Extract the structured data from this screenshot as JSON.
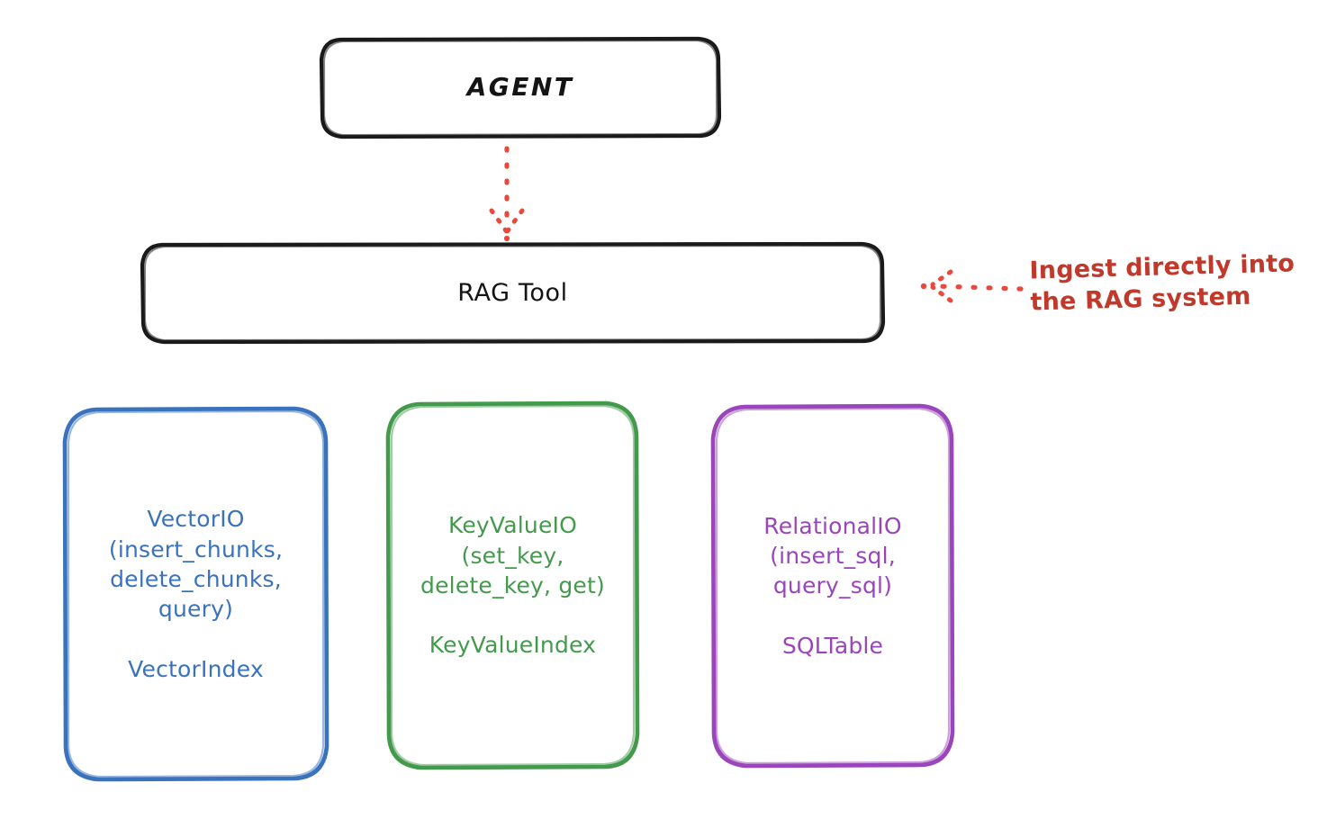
{
  "diagram": {
    "title": "RAG Tool storage abstraction diagram",
    "colors": {
      "ink": "#141414",
      "vector_blue": "#3a72bd",
      "keyvalue_green": "#449a4c",
      "relational_purple": "#9a45bb",
      "annotation_red": "#c0392b",
      "arrow_red": "#e8493c",
      "background": "#ffffff"
    },
    "nodes": [
      {
        "id": "agent",
        "label": "AGENT",
        "color": "#141414",
        "shape": "rounded-rectangle"
      },
      {
        "id": "rag_tool",
        "label": "RAG Tool",
        "color": "#141414",
        "shape": "rounded-rectangle"
      },
      {
        "id": "vector_io",
        "label": "VectorIO\n(insert_chunks,\ndelete_chunks,\nquery)\n\nVectorIndex",
        "api": "VectorIO",
        "methods": [
          "insert_chunks",
          "delete_chunks",
          "query"
        ],
        "index": "VectorIndex",
        "color": "#3a72bd",
        "shape": "rounded-rectangle"
      },
      {
        "id": "key_value_io",
        "label": "KeyValueIO\n(set_key,\ndelete_key, get)\n\nKeyValueIndex",
        "api": "KeyValueIO",
        "methods": [
          "set_key",
          "delete_key",
          "get"
        ],
        "index": "KeyValueIndex",
        "color": "#449a4c",
        "shape": "rounded-rectangle"
      },
      {
        "id": "relational_io",
        "label": "RelationalIO\n(insert_sql,\nquery_sql)\n\nSQLTable",
        "api": "RelationalIO",
        "methods": [
          "insert_sql",
          "query_sql"
        ],
        "index": "SQLTable",
        "color": "#9a45bb",
        "shape": "rounded-rectangle"
      }
    ],
    "edges": [
      {
        "id": "agent-to-rag-tool",
        "from": "agent",
        "to": "rag_tool",
        "style": "dotted",
        "color": "#e8493c",
        "direction": "down",
        "label": ""
      },
      {
        "id": "ingest-into-rag",
        "from": "annotation",
        "to": "rag_tool",
        "style": "dotted",
        "color": "#e8493c",
        "direction": "left",
        "label": "Ingest directly into\nthe RAG system"
      }
    ],
    "annotations": [
      {
        "id": "ingest-note",
        "text": "Ingest directly into\nthe RAG system",
        "color": "#c0392b"
      }
    ]
  }
}
